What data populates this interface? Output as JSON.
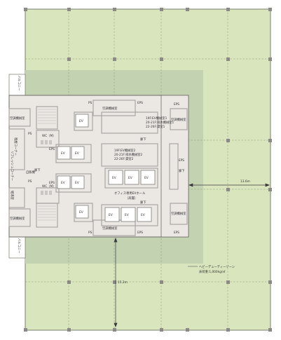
{
  "colors": {
    "office": "#d9e5bd",
    "heavy_zone": "#c3d2b0",
    "core_floor": "#ebe8e4",
    "core_wall": "#a8a6a3",
    "column": "#8c8a87",
    "outline": "#5b6352",
    "grid_line": "#8a9a74",
    "dim_line": "#3a3a3a"
  },
  "balcony_labels": [
    "バルコニー",
    "バルコニー"
  ],
  "rooms": {
    "aircon_room": "空調機械室",
    "smoking": "喫煙コーナー",
    "refresh": "リフレッシュコーナー",
    "vending": "自販機",
    "supply": "給湯室",
    "ps": "PS",
    "eps": "EPS",
    "ev": "EV",
    "wc": "WC（M）",
    "corridor": "廊下",
    "aircon_room_split": "空調\n機械室"
  },
  "ev_notes": {
    "group1": [
      "19F:EV機械室1",
      "20-21F:排水機械室1",
      "22-26F:貸室1"
    ],
    "group2": [
      "19F:EV機械室2",
      "20-21F:排水機械室2",
      "22-26F:貸室2"
    ]
  },
  "hall_label": [
    "オフィス専用EVホール",
    "（高層）"
  ],
  "heavy_duty": {
    "title": "ヘビーデューティーゾーン",
    "load": "床荷重:1,000kg/㎡"
  },
  "dimensions": {
    "horizontal": "13.6m",
    "vertical": "15.2m"
  }
}
